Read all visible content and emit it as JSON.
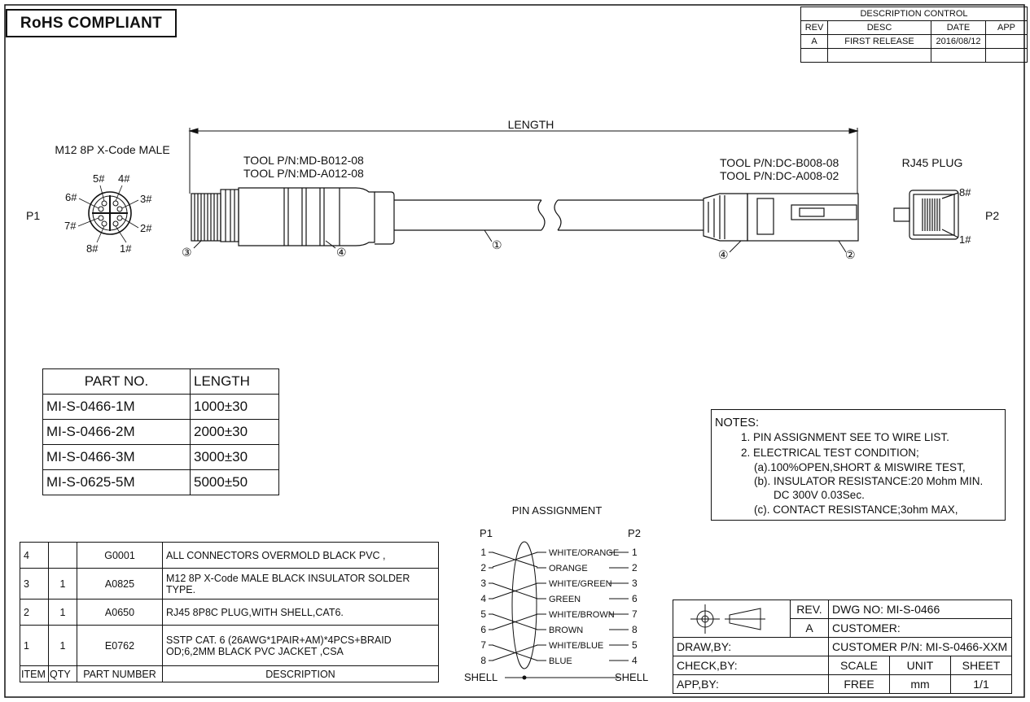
{
  "rohs": "RoHS COMPLIANT",
  "description_control": {
    "title": "DESCRIPTION  CONTROL",
    "headers": [
      "REV",
      "DESC",
      "DATE",
      "APP"
    ],
    "rows": [
      [
        "A",
        "FIRST RELEASE",
        "2016/08/12",
        ""
      ],
      [
        "",
        "",
        "",
        ""
      ]
    ]
  },
  "drawing": {
    "length_label": "LENGTH",
    "p1_title": "M12 8P X-Code MALE",
    "p1_label": "P1",
    "p2_title": "RJ45 PLUG",
    "p2_label": "P2",
    "tool_left": [
      "TOOL P/N:MD-B012-08",
      "TOOL P/N:MD-A012-08"
    ],
    "tool_right": [
      "TOOL P/N:DC-B008-08",
      "TOOL P/N:DC-A008-02"
    ],
    "m12_pins": [
      "5#",
      "4#",
      "6#",
      "3#",
      "7#",
      "2#",
      "8#",
      "1#"
    ],
    "rj45_pins": [
      "8#",
      "1#"
    ],
    "callouts": [
      "③",
      "④",
      "①",
      "④",
      "②"
    ]
  },
  "part_table": {
    "headers": [
      "PART NO.",
      "LENGTH"
    ],
    "rows": [
      [
        "MI-S-0466-1M",
        "1000±30"
      ],
      [
        "MI-S-0466-2M",
        "2000±30"
      ],
      [
        "MI-S-0466-3M",
        "3000±30"
      ],
      [
        "MI-S-0625-5M",
        "5000±50"
      ]
    ]
  },
  "notes": {
    "title": "NOTES:",
    "lines": [
      "1. PIN ASSIGNMENT SEE TO WIRE LIST.",
      "2. ELECTRICAL TEST CONDITION;",
      "(a).100%OPEN,SHORT & MISWIRE TEST,",
      "(b). INSULATOR RESISTANCE:20 Mohm MIN.",
      "DC 300V 0.03Sec.",
      "(c). CONTACT RESISTANCE;3ohm MAX,"
    ]
  },
  "pin_assignment": {
    "title": "PIN ASSIGNMENT",
    "p1": "P1",
    "p2": "P2",
    "rows": [
      {
        "left": "1",
        "color": "WHITE/ORANGE",
        "right": "1"
      },
      {
        "left": "2",
        "color": "ORANGE",
        "right": "2"
      },
      {
        "left": "3",
        "color": "WHITE/GREEN",
        "right": "3"
      },
      {
        "left": "4",
        "color": "GREEN",
        "right": "6"
      },
      {
        "left": "5",
        "color": "WHITE/BROWN",
        "right": "7"
      },
      {
        "left": "6",
        "color": "BROWN",
        "right": "8"
      },
      {
        "left": "7",
        "color": "WHITE/BLUE",
        "right": "5"
      },
      {
        "left": "8",
        "color": "BLUE",
        "right": "4"
      }
    ],
    "shell_left": "SHELL",
    "shell_right": "SHELL"
  },
  "bom": {
    "headers": [
      "ITEM",
      "QTY",
      "PART NUMBER",
      "DESCRIPTION"
    ],
    "rows": [
      {
        "item": "4",
        "qty": "",
        "part": "G0001",
        "desc": [
          "ALL CONNECTORS OVERMOLD BLACK PVC ,"
        ]
      },
      {
        "item": "3",
        "qty": "1",
        "part": "A0825",
        "desc": [
          "M12 8P X-Code MALE BLACK INSULATOR  SOLDER",
          "TYPE."
        ]
      },
      {
        "item": "2",
        "qty": "1",
        "part": "A0650",
        "desc": [
          "RJ45 8P8C PLUG,WITH SHELL,CAT6."
        ]
      },
      {
        "item": "1",
        "qty": "1",
        "part": "E0762",
        "desc": [
          "SSTP CAT. 6  (26AWG*1PAIR+AM)*4PCS+BRAID",
          "OD;6,2MM  BLACK PVC JACKET ,CSA"
        ]
      }
    ]
  },
  "title_block": {
    "rev_label": "REV.",
    "rev_value": "A",
    "dwg_no": "DWG NO:    MI-S-0466",
    "customer": "CUSTOMER:",
    "draw_by": "DRAW,BY:",
    "customer_pn": "CUSTOMER P/N: MI-S-0466-XXM",
    "check_by": "CHECK,BY:",
    "app_by": "APP,BY:",
    "scale_label": "SCALE",
    "unit_label": "UNIT",
    "sheet_label": "SHEET",
    "scale_value": "FREE",
    "unit_value": "mm",
    "sheet_value": "1/1"
  }
}
